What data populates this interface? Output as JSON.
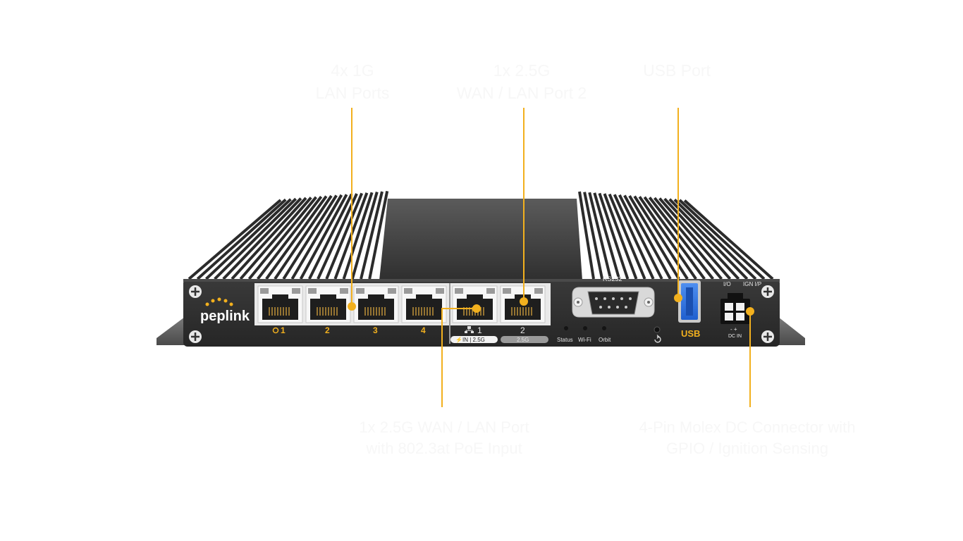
{
  "brand": {
    "logo_text": "peplink",
    "accent_color": "#f2b01e"
  },
  "callouts": {
    "lan": {
      "line1": "4x 1G",
      "line2": "LAN Ports"
    },
    "wan2": {
      "line1": "1x 2.5G",
      "line2": "WAN / LAN Port 2"
    },
    "usb": {
      "line1": "",
      "line2": "USB Port"
    },
    "wan1": {
      "line1": "1x 2.5G WAN / LAN Port",
      "line2": "with 802.3at PoE Input"
    },
    "power": {
      "line1": "4-Pin Molex DC Connector with",
      "line2": "GPIO / Ignition Sensing"
    }
  },
  "device": {
    "port_labels": [
      "1",
      "2",
      "3",
      "4",
      "1",
      "2"
    ],
    "wan1_badge": "IN | 2.5G",
    "wan2_badge": "2.5G",
    "serial_label": "RS232",
    "leds": [
      "Status",
      "Wi-Fi",
      "Orbit"
    ],
    "usb_label": "USB",
    "io_label": "I/O",
    "ign_label": "IGN I/P",
    "dc_polarity": "- +",
    "dc_label": "DC IN",
    "reset_icon": "reset-icon"
  }
}
